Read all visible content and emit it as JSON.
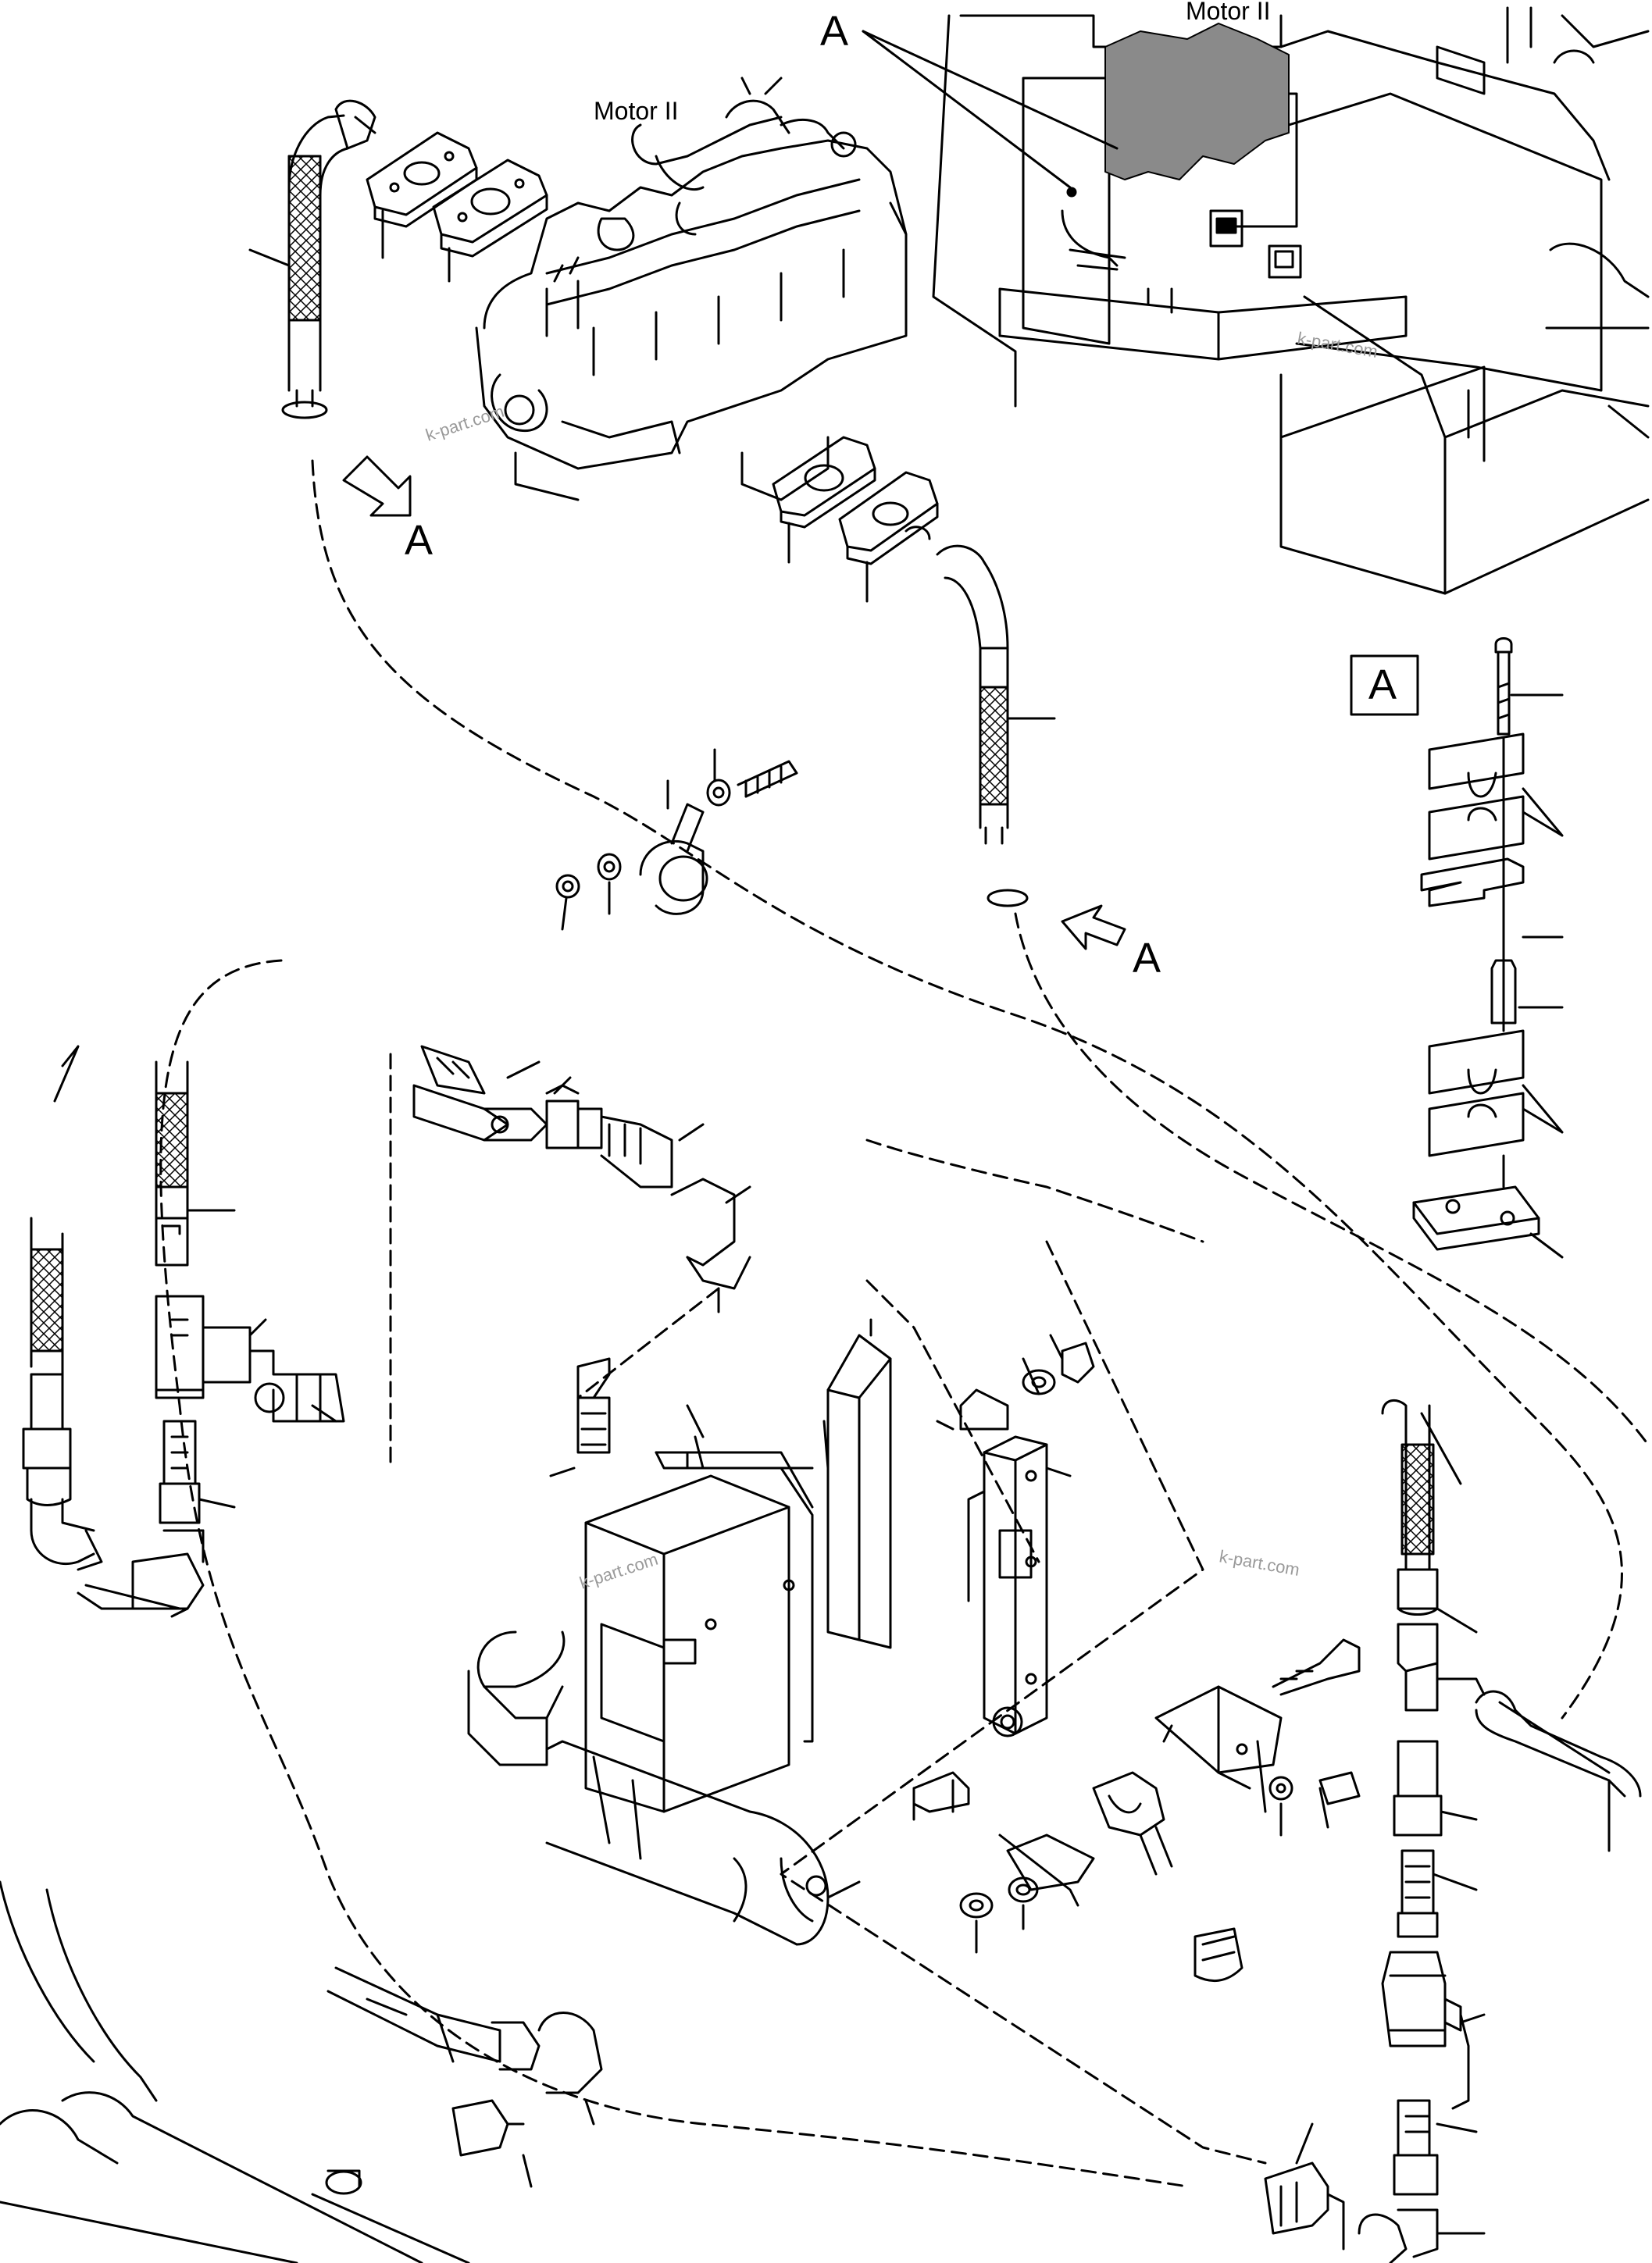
{
  "labels": {
    "motor_left": "Motor II",
    "motor_right": "Motor II",
    "view_a_callout": "A",
    "arrow_a_left": "A",
    "arrow_a_right": "A",
    "detail_box": "A"
  },
  "watermarks": [
    "k-part.com",
    "k-part.com",
    "k-part.com",
    "k-part.com"
  ],
  "colors": {
    "line": "#000000",
    "shade": "#8a8a8a",
    "background": "#ffffff",
    "watermark": "#9a9a9a"
  }
}
